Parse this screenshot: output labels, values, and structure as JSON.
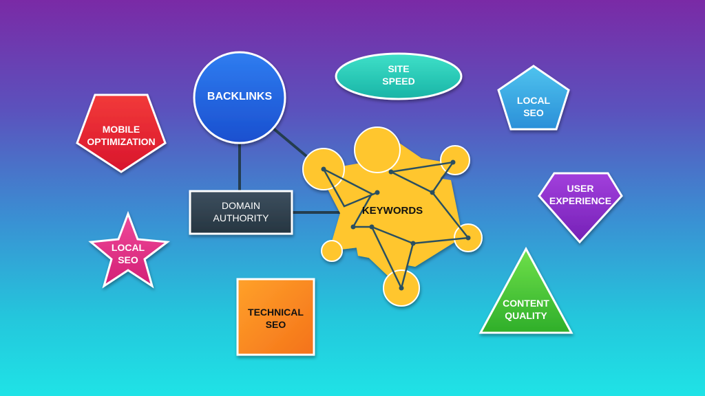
{
  "diagram": {
    "title": "SEO factors diagram",
    "colors": {
      "bg_top": "#7a2aa6",
      "bg_bottom": "#1fe3e6",
      "keywords": "#ffc62e",
      "edge": "#243d4f"
    },
    "nodes": {
      "backlinks": {
        "line1": "BACKLINKS"
      },
      "site_speed": {
        "line1": "SITE",
        "line2": "SPEED"
      },
      "local_seo_pentagon": {
        "line1": "LOCAL",
        "line2": "SEO"
      },
      "mobile_optimization": {
        "line1": "MOBILE",
        "line2": "OPTIMIZATION"
      },
      "domain_authority": {
        "line1": "DOMAIN",
        "line2": "AUTHORITY"
      },
      "keywords": {
        "line1": "KEYWORDS"
      },
      "user_experience": {
        "line1": "USER",
        "line2": "EXPERIENCE"
      },
      "local_seo_star": {
        "line1": "LOCAL",
        "line2": "SEO"
      },
      "technical_seo": {
        "line1": "TECHNICAL",
        "line2": "SEO"
      },
      "content_quality": {
        "line1": "CONTENT",
        "line2": "QUALITY"
      }
    },
    "edges": [
      {
        "from": "backlinks",
        "to": "keywords"
      },
      {
        "from": "backlinks",
        "to": "domain_authority"
      },
      {
        "from": "domain_authority",
        "to": "keywords"
      }
    ]
  }
}
